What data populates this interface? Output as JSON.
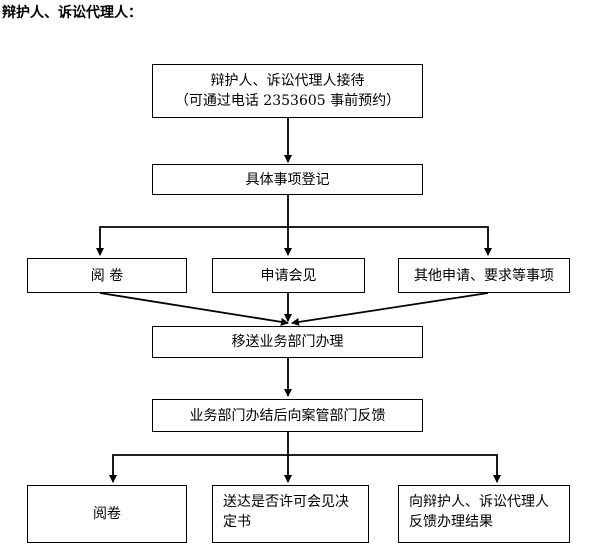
{
  "heading": "辩护人、诉讼代理人：",
  "boxes": {
    "reception_line1": "辩护人、诉讼代理人接待",
    "reception_line2": "（可通过电话 2353605 事前预约）",
    "register": "具体事项登记",
    "read_files": "阅 卷",
    "request_meeting": "申请会见",
    "other_requests": "其他申请、要求等事项",
    "transfer": "移送业务部门办理",
    "feedback": "业务部门办结后向案管部门反馈",
    "read_files_2": "阅卷",
    "deliver_decision": "送达是否许可会见决定书",
    "report_result": "向辩护人、诉讼代理人反馈办理结果"
  }
}
